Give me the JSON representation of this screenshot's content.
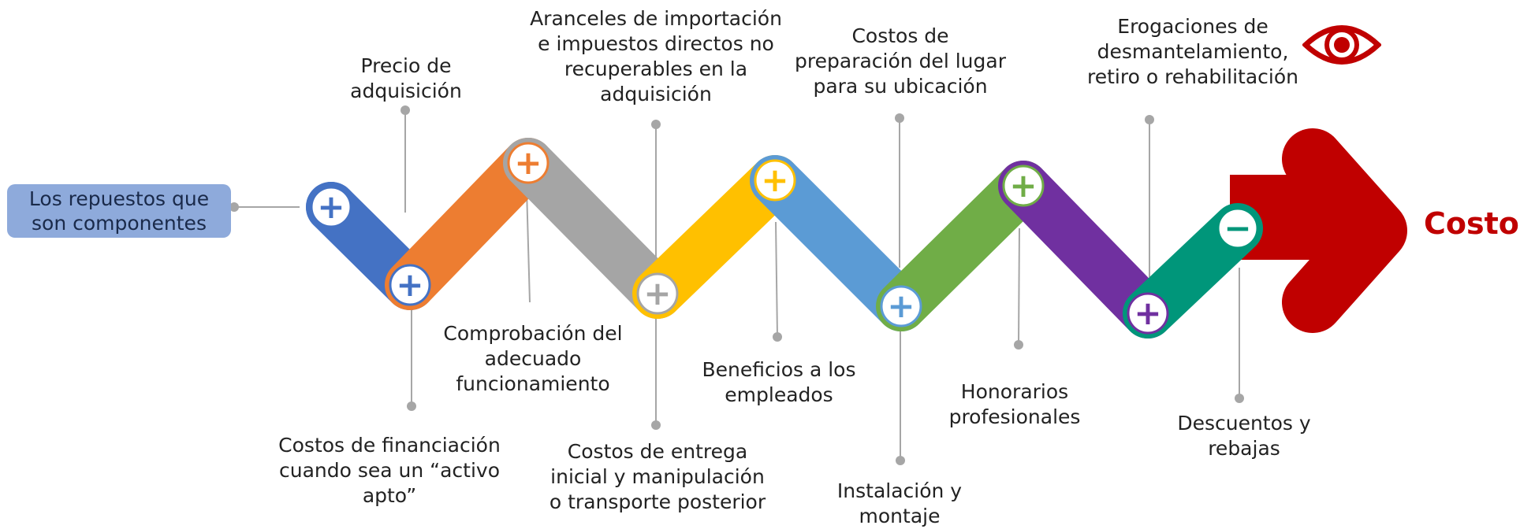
{
  "start_label": "Los repuestos que\nson componentes",
  "result_label": "Costo",
  "eye_icon": "eye-icon",
  "colors": {
    "blue": "#4472c4",
    "orange": "#ed7d31",
    "gray": "#a5a5a5",
    "yellow": "#ffc000",
    "lightblue": "#5b9bd5",
    "green": "#70ad47",
    "purple": "#7030a0",
    "teal": "#00967a",
    "red": "#c00000"
  },
  "items": [
    {
      "text": "Precio de\nadquisición",
      "sign": "+"
    },
    {
      "text": "Costos de financiación\ncuando sea un “activo\napto”",
      "sign": "+"
    },
    {
      "text": "Aranceles de importación\ne impuestos directos no\nrecuperables en la\nadquisición",
      "sign": "+"
    },
    {
      "text": "Comprobación del\nadecuado\nfuncionamiento",
      "sign": "+"
    },
    {
      "text": "Costos de entrega\ninicial y manipulación\no transporte posterior",
      "sign": "+"
    },
    {
      "text": "Beneficios a los\nempleados",
      "sign": "+"
    },
    {
      "text": "Costos de\npreparación del lugar\npara su ubicación",
      "sign": "+"
    },
    {
      "text": "Instalación y\nmontaje",
      "sign": "+"
    },
    {
      "text": "Honorarios\nprofesionales",
      "sign": "+"
    },
    {
      "text": "Erogaciones de\ndesmantelamiento,\nretiro o rehabilitación",
      "sign": "+"
    },
    {
      "text": "Descuentos y\nrebajas",
      "sign": "−"
    }
  ]
}
